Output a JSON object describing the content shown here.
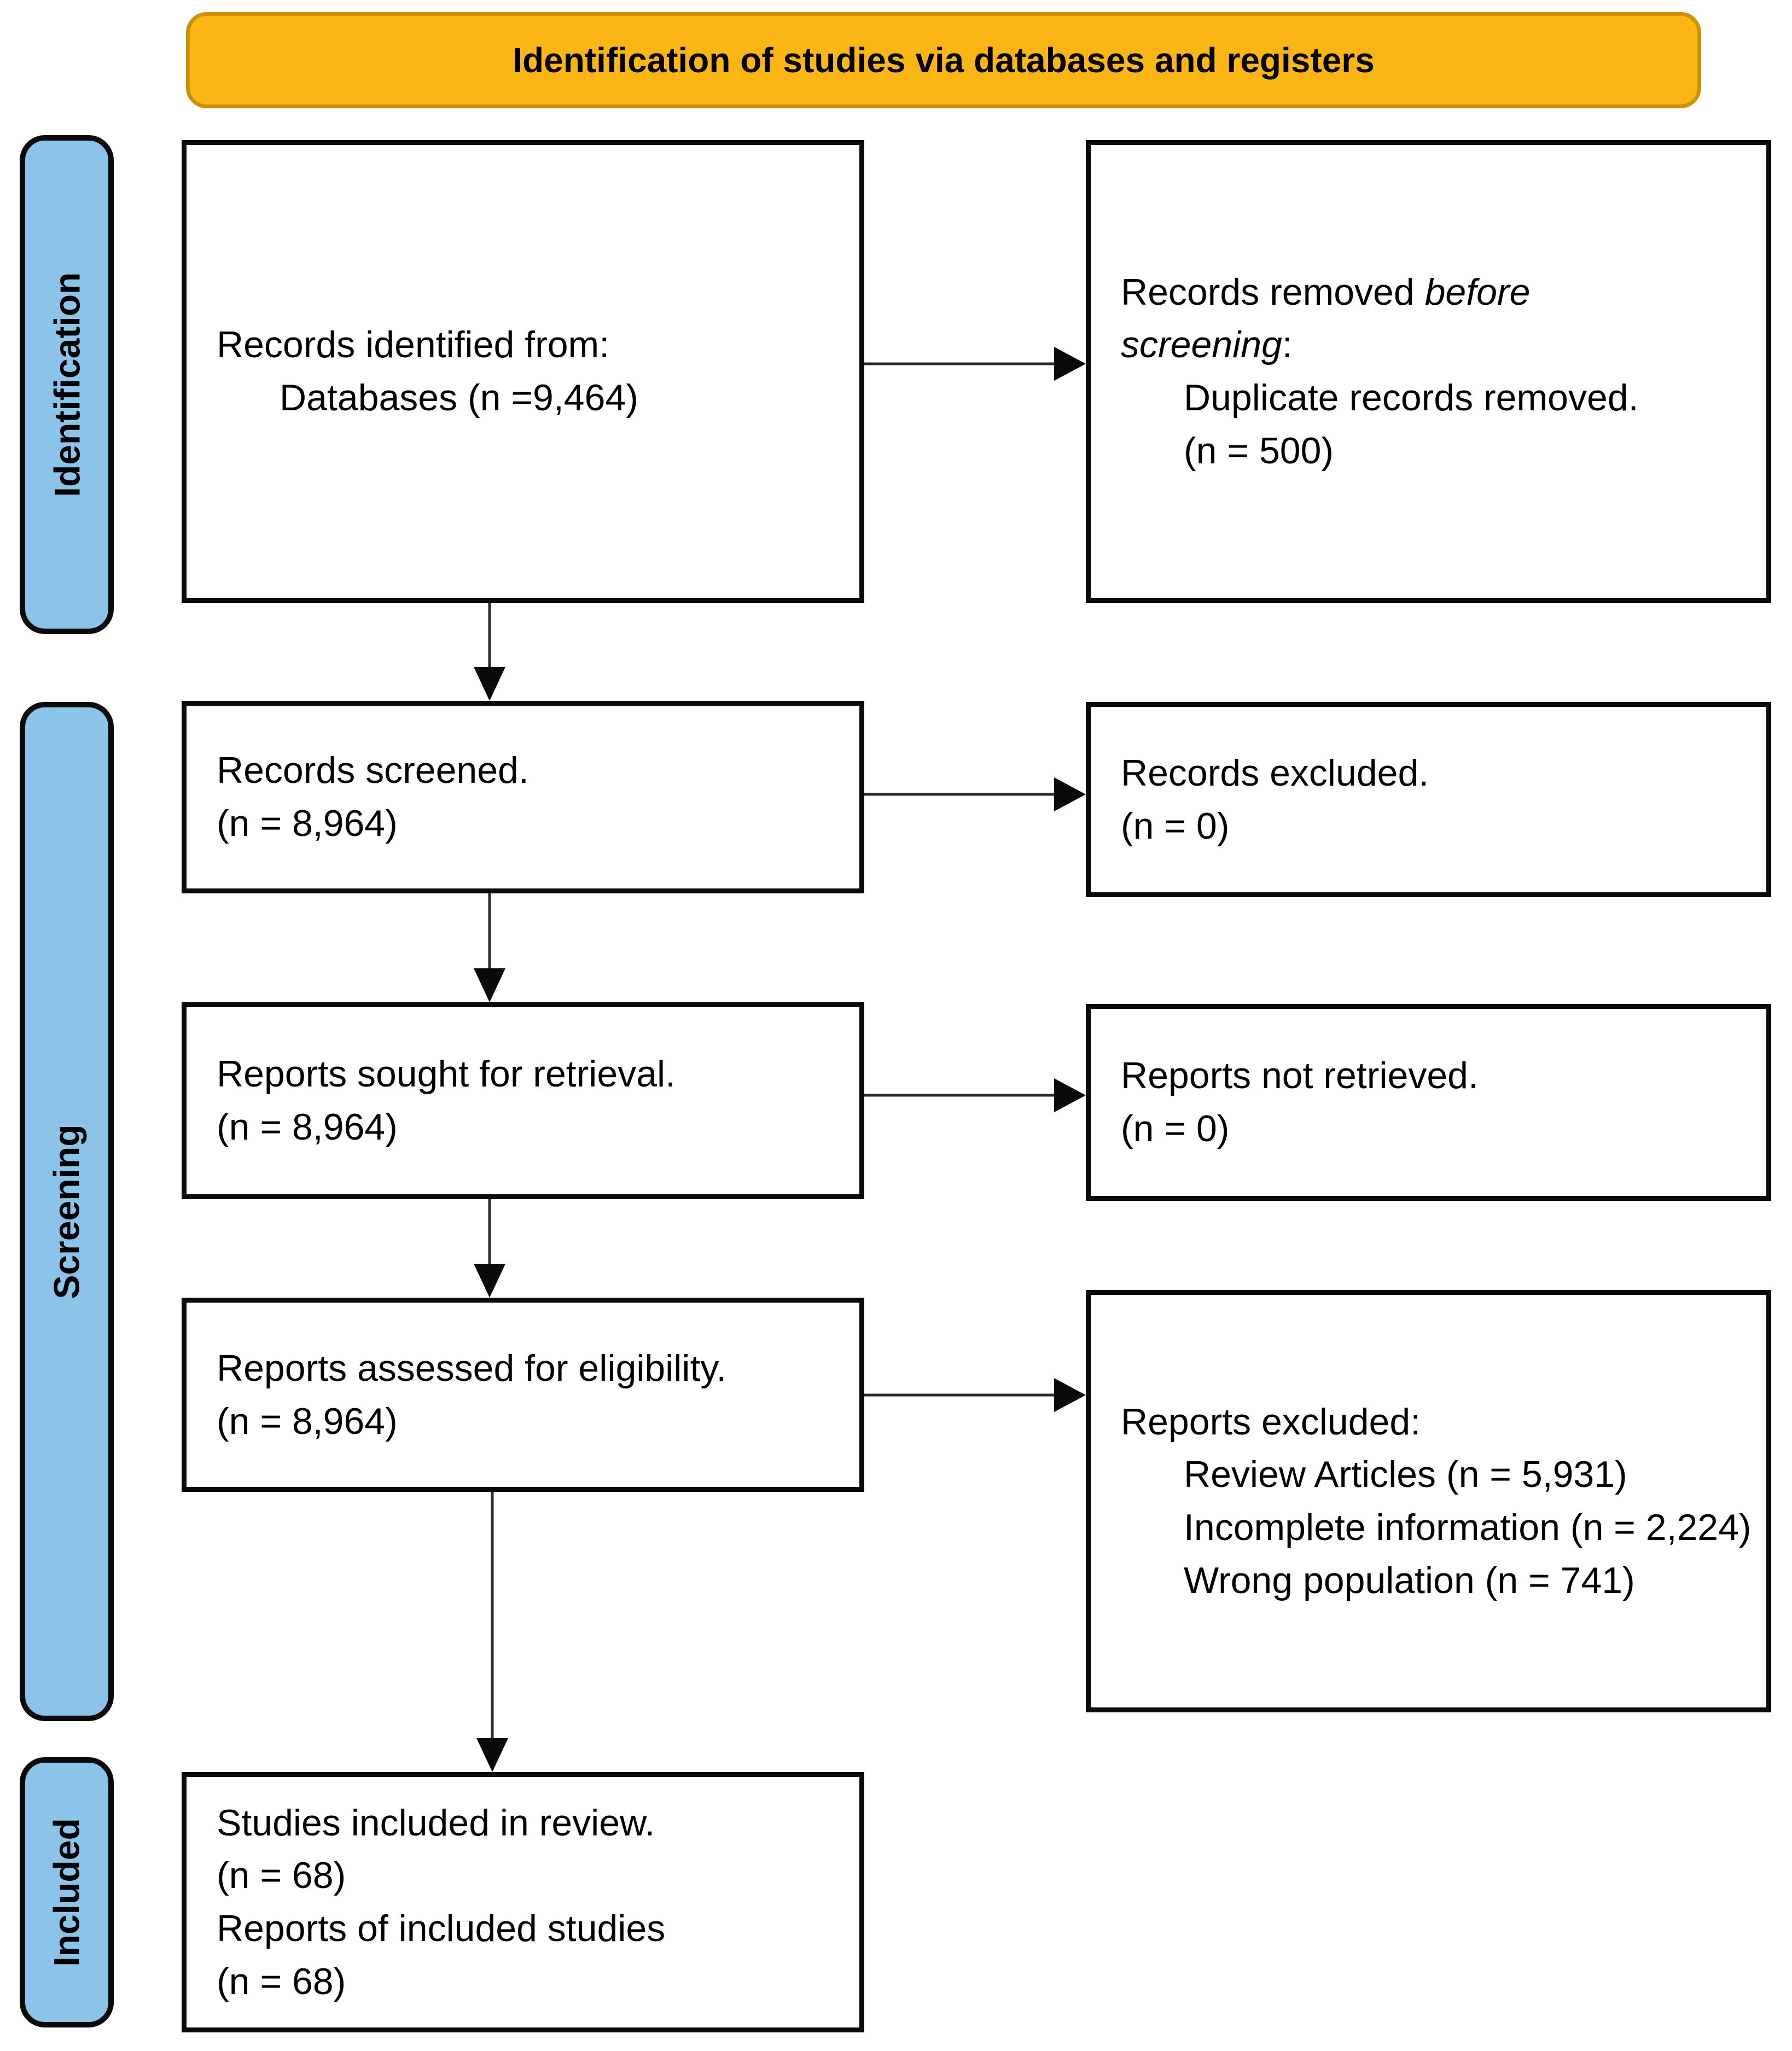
{
  "header": {
    "title": "Identification of studies via databases and registers"
  },
  "stages": [
    {
      "label": "Identification"
    },
    {
      "label": "Screening"
    },
    {
      "label": "Included"
    }
  ],
  "boxes": {
    "records_identified": {
      "line1": "Records identified from:",
      "line2": "Databases (n =9,464)"
    },
    "records_removed": {
      "line1_text": "Records removed",
      "line1_italic": "before",
      "line2_italic": "screening",
      "line2_colon": ":",
      "item": "Duplicate records removed.",
      "count": "(n = 500)"
    },
    "records_screened": {
      "line1": "Records screened.",
      "count": "(n = 8,964)"
    },
    "records_excluded": {
      "line1": "Records excluded.",
      "count": "(n = 0)"
    },
    "reports_sought": {
      "line1": "Reports sought for retrieval.",
      "count": "(n = 8,964)"
    },
    "reports_not_retrieved": {
      "line1": "Reports not retrieved.",
      "count": "(n = 0)"
    },
    "reports_assessed": {
      "line1": "Reports assessed for eligibility.",
      "count": "(n = 8,964)"
    },
    "reports_excluded": {
      "line1": "Reports excluded:",
      "items": [
        "Review Articles (n = 5,931)",
        "Incomplete information (n = 2,224)",
        "Wrong population (n = 741)"
      ]
    },
    "studies_included": {
      "line1": "Studies included in review.",
      "count1": "(n = 68)",
      "line2": "Reports of included studies",
      "count2": "(n = 68)"
    }
  },
  "colors": {
    "header_fill": "#FBB615",
    "header_border": "#CD9007",
    "stage_fill": "#8CC3E9",
    "stage_border": "#0A0A0A",
    "box_border": "#0A0A0A",
    "arrow": "#2B2B2B",
    "text": "#000000",
    "background": "#FFFFFF"
  }
}
